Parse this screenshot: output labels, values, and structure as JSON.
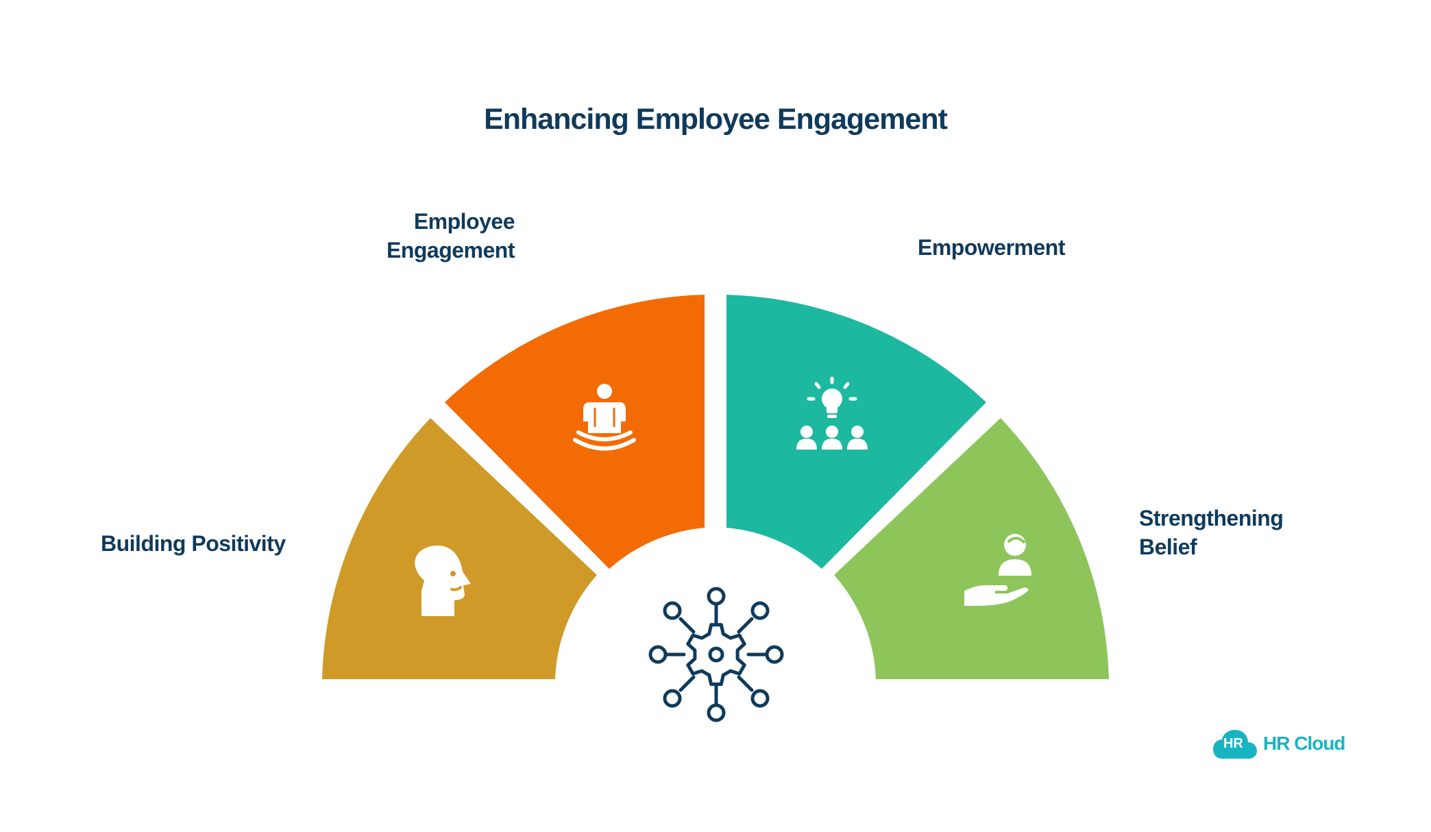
{
  "title": "Enhancing Employee Engagement",
  "segments": [
    {
      "id": "building-positivity",
      "lines": [
        "Building Positivity"
      ],
      "color": "#cf9a27",
      "icon": "smiling-head-icon"
    },
    {
      "id": "employee-engagement",
      "lines": [
        "Employee",
        "Engagement"
      ],
      "color": "#f26b05",
      "icon": "person-meditating-icon"
    },
    {
      "id": "empowerment",
      "lines": [
        "Empowerment"
      ],
      "color": "#1db8a0",
      "icon": "lightbulb-team-icon"
    },
    {
      "id": "strengthening-belief",
      "lines": [
        "Strengthening",
        "Belief"
      ],
      "color": "#8dc55b",
      "icon": "hand-supporting-person-icon"
    }
  ],
  "center_icon": "network-gear-icon",
  "brand": {
    "mark": "HR",
    "name": "HR Cloud",
    "color": "#19b4c2"
  },
  "text_color": "#0f3a5c"
}
